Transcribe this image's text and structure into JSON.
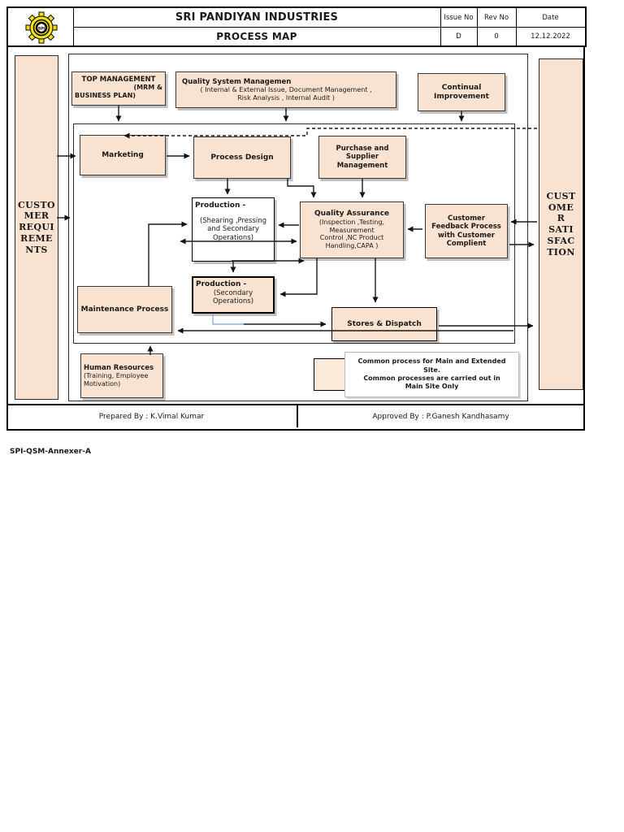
{
  "header": {
    "company": "SRI PANDIYAN INDUSTRIES",
    "doc_title": "PROCESS MAP",
    "issue_no_label": "Issue No",
    "rev_no_label": "Rev No",
    "date_label": "Date",
    "issue_no": "D",
    "rev_no": "0",
    "date": "12.12.2022",
    "logo_text": "SPI"
  },
  "sidebars": {
    "left": "CUSTO\nMER\nREQUI\nREME\nNTS",
    "right": "CUST\nOME\nR\nSATI\nSFAC\nTION"
  },
  "nodes": {
    "top_management": {
      "line1": "TOP MANAGEMENT",
      "line2": "(MRM &",
      "line3": "BUSINESS PLAN)"
    },
    "quality_system": {
      "title": "Quality System  Managemen",
      "subtitle": "( Internal & External Issue,  Document Management ,\nRisk Analysis , Internal Audit )"
    },
    "continual_improvement": {
      "title": "Continual\nImprovement"
    },
    "marketing": {
      "title": "Marketing"
    },
    "process_design": {
      "title": "Process Design"
    },
    "purchase_supplier": {
      "title": "Purchase and\nSupplier\nManagement"
    },
    "production_main": {
      "title": "Production  -",
      "subtitle": "(Shearing ,Pressing\nand Secondary\nOperations)"
    },
    "quality_assurance": {
      "title": "Quality Assurance",
      "subtitle": "(Inspection ,Testing,\nMeasurement\nControl ,NC Product\nHandling,CAPA )"
    },
    "customer_feedback": {
      "title": "Customer\nFeedback Process\nwith Customer\nComplient"
    },
    "production_secondary": {
      "title": "Production  -",
      "subtitle": "(Secondary\nOperations)"
    },
    "maintenance": {
      "title": "Maintenance Process"
    },
    "stores_dispatch": {
      "title": "Stores & Dispatch"
    },
    "human_resources": {
      "title": "Human Resources",
      "subtitle": "(Training, Employee\nMotivation)"
    }
  },
  "legend": {
    "text": "Common process for Main and Extended\nSite.\nCommon processes are  carried out in\nMain Site Only"
  },
  "footer": {
    "prepared_by": "Prepared By :  K.Vimal Kumar",
    "approved_by": "Approved By : P.Ganesh Kandhasamy"
  },
  "annex": "SPI-QSM-Annexer-A",
  "colors": {
    "box_fill": "#FAE2D0",
    "logo_yellow": "#F2E215",
    "line": "#1a1a1a",
    "blue_line": "#8FB4DC"
  }
}
